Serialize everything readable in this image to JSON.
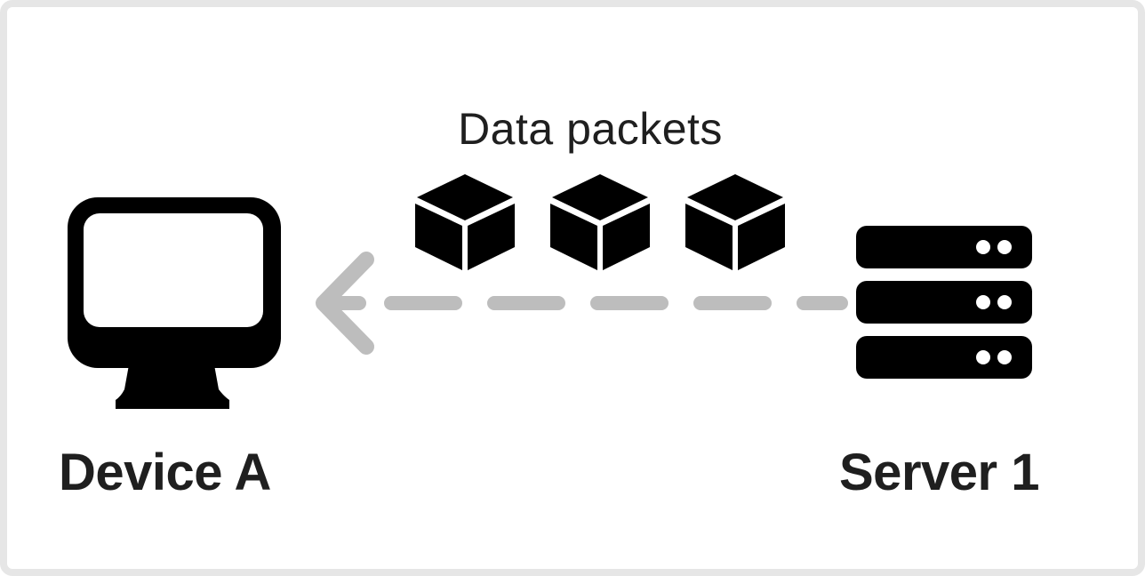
{
  "diagram": {
    "title": "Data packets",
    "source": {
      "label": "Server 1",
      "icon": "server-icon"
    },
    "target": {
      "label": "Device A",
      "icon": "monitor-icon"
    },
    "packets": [
      {
        "icon": "cube-icon"
      },
      {
        "icon": "cube-icon"
      },
      {
        "icon": "cube-icon"
      }
    ],
    "flow": {
      "direction": "server-to-device",
      "style": "dashed",
      "color": "#bdbdbd"
    },
    "colors": {
      "icon": "#000000",
      "text": "#1f1f1f",
      "border": "#e6e6e6"
    }
  }
}
